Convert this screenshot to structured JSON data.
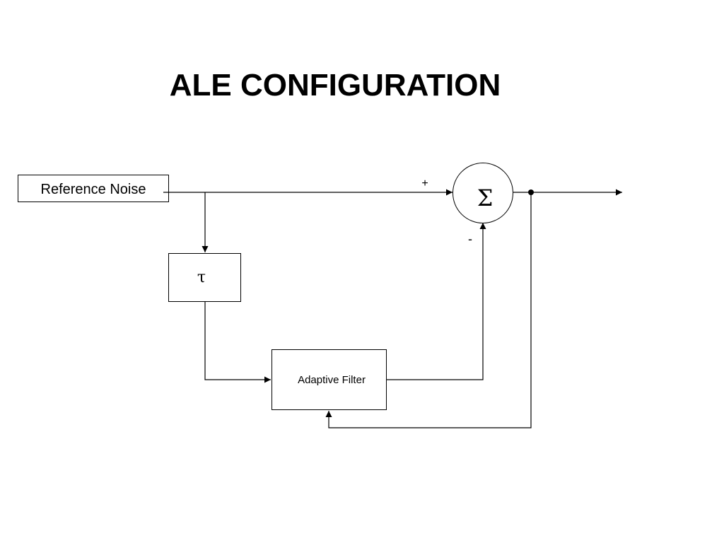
{
  "slide": {
    "title": "ALE CONFIGURATION"
  },
  "diagram": {
    "reference_box": "Reference Noise",
    "delay_box": "τ",
    "filter_box": "Adaptive Filter",
    "summer_symbol": "Σ",
    "plus_sign": "+",
    "minus_sign": "-"
  }
}
